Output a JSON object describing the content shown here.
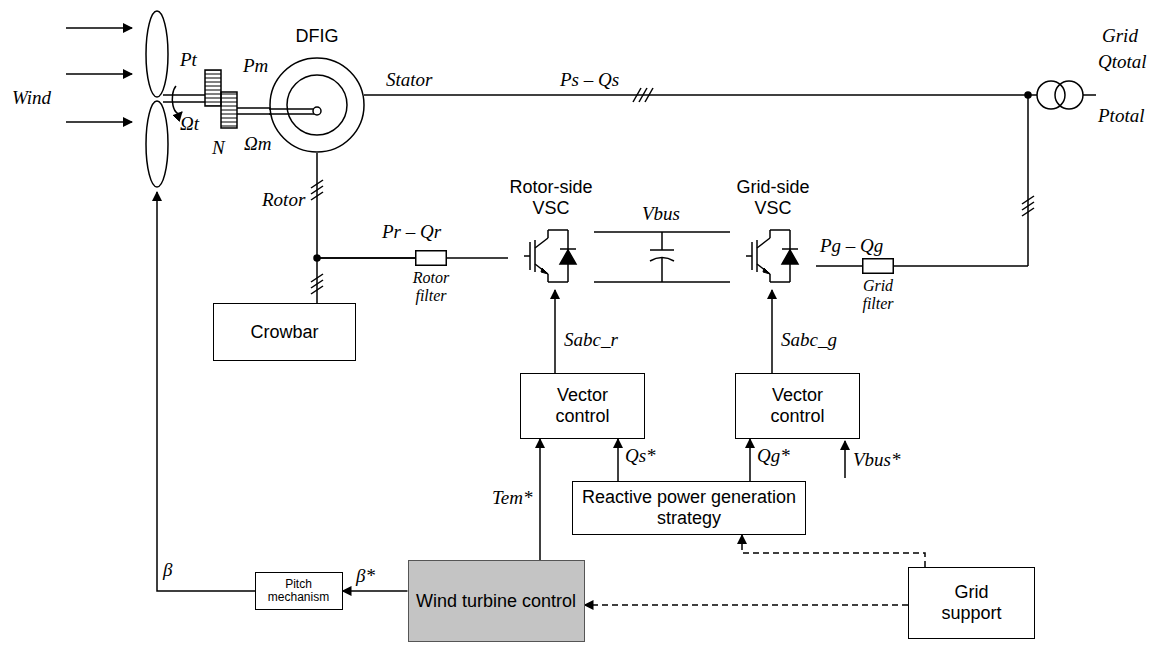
{
  "diagram": {
    "nodes": [
      {
        "text": [
          "DFIG"
        ]
      },
      {
        "text": [
          "Rotor-side VSC"
        ]
      },
      {
        "text": [
          "Grid-side VSC"
        ]
      },
      {
        "text": [
          "Rotor filter"
        ]
      },
      {
        "text": [
          "Grid filter"
        ]
      },
      {
        "text": [
          "Crowbar"
        ]
      },
      {
        "text": [
          "Vector control"
        ]
      },
      {
        "text": [
          "Vector control"
        ]
      },
      {
        "text": [
          "Reactive power generation strategy"
        ]
      },
      {
        "text": [
          "Pitch mechanism"
        ]
      },
      {
        "text": [
          "Wind turbine control"
        ]
      },
      {
        "text": [
          "Grid support"
        ]
      }
    ],
    "edges": [
      {
        "from": 0,
        "to": 3,
        "arrow": "none"
      },
      {
        "from": 5,
        "to": 3,
        "arrow": "none"
      },
      {
        "from": 3,
        "to": 1,
        "arrow": "none"
      },
      {
        "from": 1,
        "to": 2,
        "arrow": "none"
      },
      {
        "from": 2,
        "to": 4,
        "arrow": "none"
      },
      {
        "from": 6,
        "to": 1,
        "label": "Sabc_r",
        "arrow": "to"
      },
      {
        "from": 7,
        "to": 2,
        "label": "Sabc_g",
        "arrow": "to"
      },
      {
        "from": 10,
        "to": 6,
        "label": "Tem*",
        "arrow": "to"
      },
      {
        "from": 8,
        "to": 6,
        "label": "Qs*",
        "arrow": "to"
      },
      {
        "from": 8,
        "to": 7,
        "label": "Qg*",
        "arrow": "to"
      },
      {
        "from": 10,
        "to": 9,
        "label": "β*",
        "arrow": "to"
      },
      {
        "from": 11,
        "to": 8,
        "arrow": "to"
      },
      {
        "from": 11,
        "to": 10,
        "arrow": "to"
      }
    ],
    "labels": [
      "Wind",
      "Pt",
      "Ωt",
      "Pm",
      "N",
      "Ωm",
      "Stator",
      "Ps – Qs",
      "Rotor",
      "Pr – Qr",
      "Vbus",
      "Pg – Qg",
      "Grid",
      "Qtotal",
      "Ptotal",
      "Vbus*",
      "β"
    ]
  }
}
